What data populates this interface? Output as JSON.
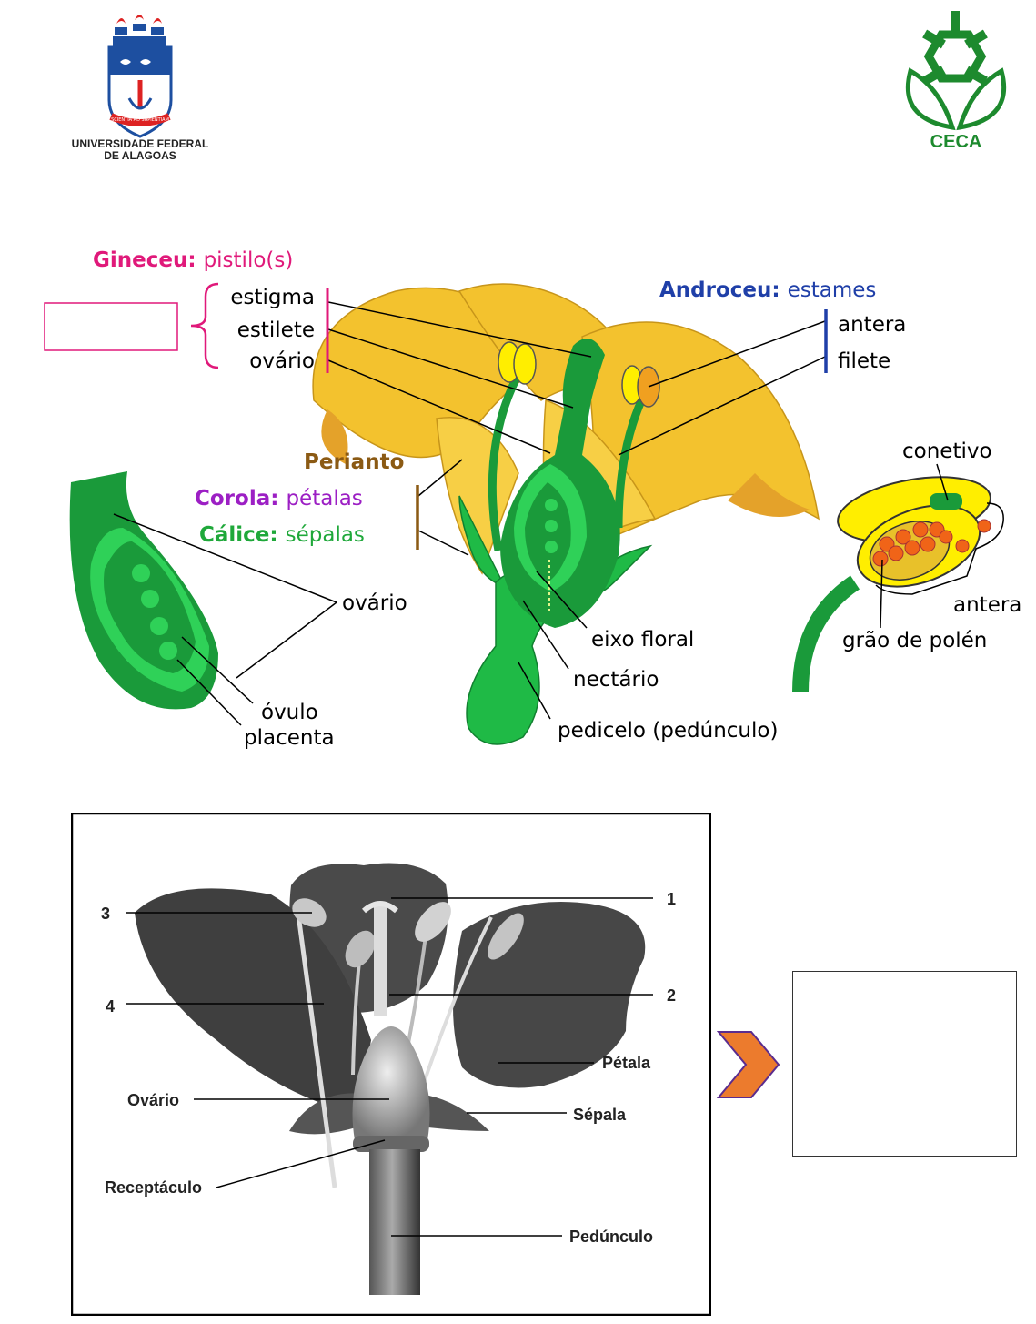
{
  "logos": {
    "ufal_line1": "UNIVERSIDADE FEDERAL",
    "ufal_line2": "DE ALAGOAS",
    "ufal_motto": "SCIENTIA AD SAPIENTIAM",
    "ceca": "CECA"
  },
  "colors": {
    "gineceu": "#e0197a",
    "androceu": "#1f3fa8",
    "perianto": "#8b5a14",
    "corola": "#9c1fc4",
    "calice": "#1fa83a",
    "petal_yellow": "#f3c22e",
    "green_dark": "#1a9a3a",
    "green_light": "#2fd158",
    "arrow_orange": "#ec7b2d"
  },
  "diagram": {
    "gineceu": {
      "title": "Gineceu",
      "sub": "pistilo(s)"
    },
    "gineceu_parts": [
      "estigma",
      "estilete",
      "ovário"
    ],
    "androceu": {
      "title": "Androceu",
      "sub": "estames"
    },
    "androceu_parts": [
      "antera",
      "filete"
    ],
    "perianto": "Perianto",
    "corola": {
      "title": "Corola:",
      "sub": "pétalas"
    },
    "calice": {
      "title": "Cálice:",
      "sub": "sépalas"
    },
    "ovario_label": "ovário",
    "ovulo": "óvulo",
    "placenta": "placenta",
    "eixo_floral": "eixo floral",
    "nectario": "nectário",
    "pedicelo": "pedicelo (pedúnculo)",
    "conetivo": "conetivo",
    "antera": "antera",
    "grao": "grão de polén"
  },
  "photo": {
    "n1": "1",
    "n2": "2",
    "n3": "3",
    "n4": "4",
    "petala": "Pétala",
    "sepala": "Sépala",
    "ovario": "Ovário",
    "receptaculo": "Receptáculo",
    "pedunculo": "Pedúnculo"
  }
}
